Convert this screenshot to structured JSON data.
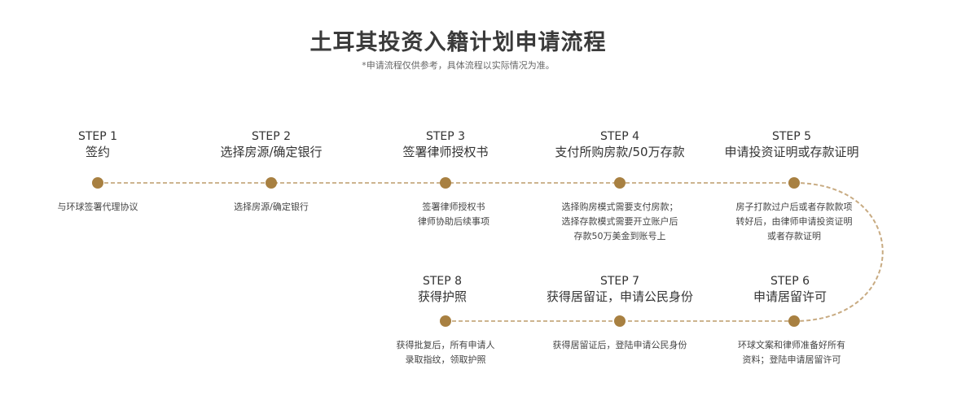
{
  "title": "土耳其投资入籍计划申请流程",
  "subtitle": "*申请流程仅供参考，具体流程以实际情况为准。",
  "colors": {
    "dot": "#a88041",
    "line": "#cdb48f"
  },
  "steps": [
    {
      "num": "STEP 1",
      "name": "签约",
      "desc": [
        "与环球签署代理协议"
      ]
    },
    {
      "num": "STEP 2",
      "name": "选择房源/确定银行",
      "desc": [
        "选择房源/确定银行"
      ]
    },
    {
      "num": "STEP 3",
      "name": "签署律师授权书",
      "desc": [
        "签署律师授权书",
        "律师协助后续事项"
      ]
    },
    {
      "num": "STEP 4",
      "name": "支付所购房款/50万存款",
      "desc": [
        "选择购房模式需要支付房款；",
        "选择存款模式需要开立账户后",
        "存款50万美金到账号上"
      ]
    },
    {
      "num": "STEP 5",
      "name": "申请投资证明或存款证明",
      "desc": [
        "房子打款过户后或者存款款项",
        "转好后，由律师申请投资证明",
        "或者存款证明"
      ]
    },
    {
      "num": "STEP 6",
      "name": "申请居留许可",
      "desc": [
        "环球文案和律师准备好所有",
        "资料；登陆申请居留许可"
      ]
    },
    {
      "num": "STEP 7",
      "name": "获得居留证，申请公民身份",
      "desc": [
        "获得居留证后，登陆申请公民身份"
      ]
    },
    {
      "num": "STEP 8",
      "name": "获得护照",
      "desc": [
        "获得批复后，所有申请人",
        "录取指纹，领取护照"
      ]
    }
  ]
}
